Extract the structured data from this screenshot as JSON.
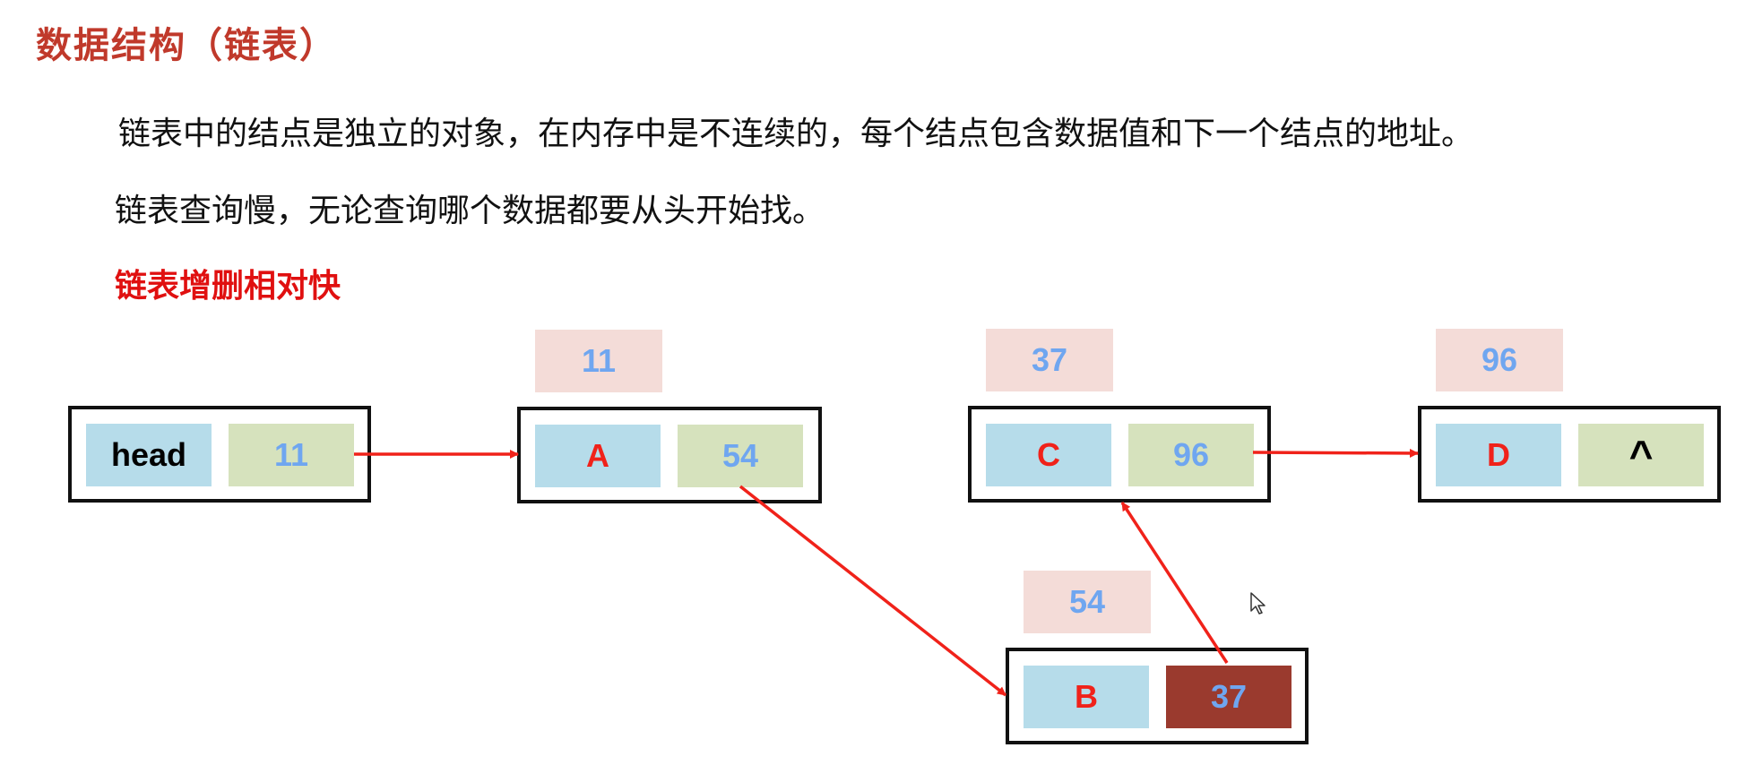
{
  "title": "数据结构（链表）",
  "paragraphs": {
    "line1": "链表中的结点是独立的对象，在内存中是不连续的，每个结点包含数据值和下一个结点的地址。",
    "line2": "链表查询慢，无论查询哪个数据都要从头开始找。",
    "highlight": "链表增删相对快"
  },
  "nodes": {
    "head": {
      "data": "head",
      "next": "11"
    },
    "a": {
      "address": "11",
      "data": "A",
      "next": "54"
    },
    "c": {
      "address": "37",
      "data": "C",
      "next": "96"
    },
    "d": {
      "address": "96",
      "data": "D",
      "next": "^"
    },
    "b": {
      "address": "54",
      "data": "B",
      "next": "37"
    }
  },
  "colors": {
    "title": "#c0392b",
    "highlight": "#e01010",
    "arrow": "#f0221a",
    "data_cell": "#b6dcea",
    "next_cell": "#d6e2bd",
    "next_cell_highlighted": "#9a3a2e",
    "address_label": "#f4dcd8",
    "number_text": "#6fa6f0"
  }
}
